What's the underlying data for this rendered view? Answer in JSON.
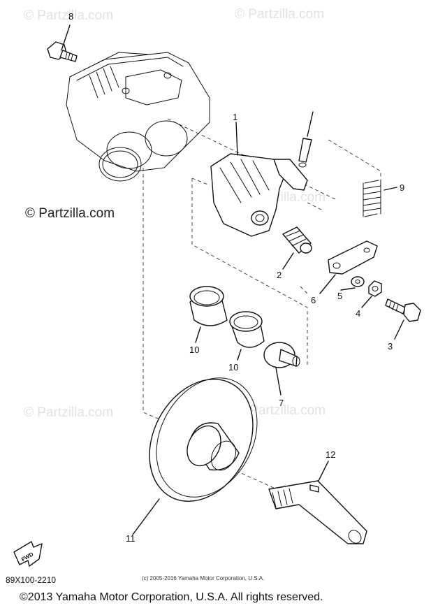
{
  "watermark": "© Partzilla.com",
  "callouts": {
    "c1": "1",
    "c2": "2",
    "c3": "3",
    "c4": "4",
    "c5": "5",
    "c6": "6",
    "c7": "7",
    "c8": "8",
    "c9": "9",
    "c10a": "10",
    "c10b": "10",
    "c11": "11",
    "c12": "12"
  },
  "fwd_label": "FWD",
  "diagram_code": "89X100-2210",
  "fine_copyright": "(c) 2005-2016 Yamaha Motor Corporation, U.S.A.",
  "footer_copyright": "©2013 Yamaha Motor Corporation, U.S.A. All rights reserved."
}
